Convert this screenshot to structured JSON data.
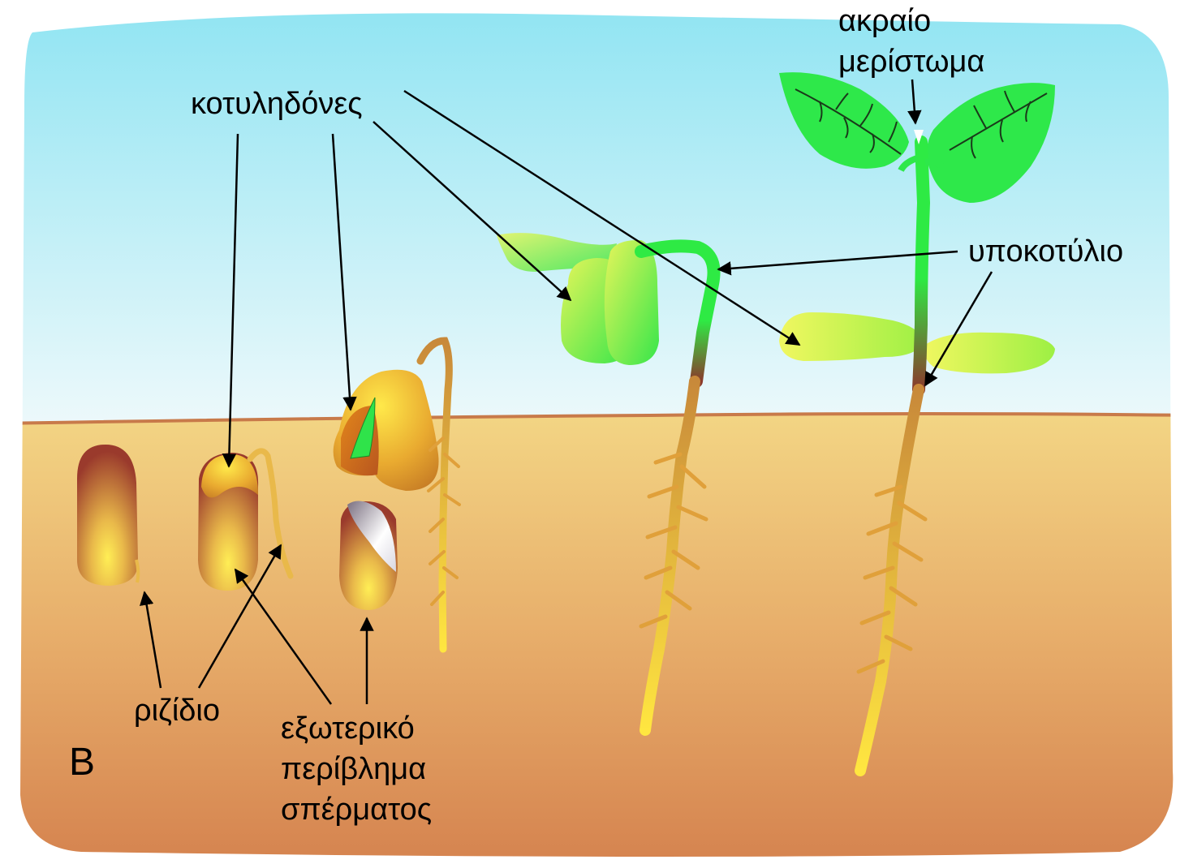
{
  "panel_letter": "B",
  "labels": {
    "cotyledons": "κοτυληδόνες",
    "apical_meristem_line1": "ακραίο",
    "apical_meristem_line2": "μερίστωμα",
    "hypocotyl": "υποκοτύλιο",
    "radicle": "ριζίδιο",
    "seed_coat_line1": "εξωτερικό",
    "seed_coat_line2": "περίβλημα",
    "seed_coat_line3": "σπέρματος"
  },
  "colors": {
    "sky_top": "#8fe4f2",
    "sky_bottom": "#eaf8fb",
    "soil_top": "#f2d27e",
    "soil_bottom": "#d98c55",
    "ground_line": "#c87a4a",
    "leaf_green": "#2ee84a",
    "cotyledon_yellow": "#e8f550",
    "seed_brown": "#9c3a2a",
    "root_yellow": "#e9b93a"
  }
}
